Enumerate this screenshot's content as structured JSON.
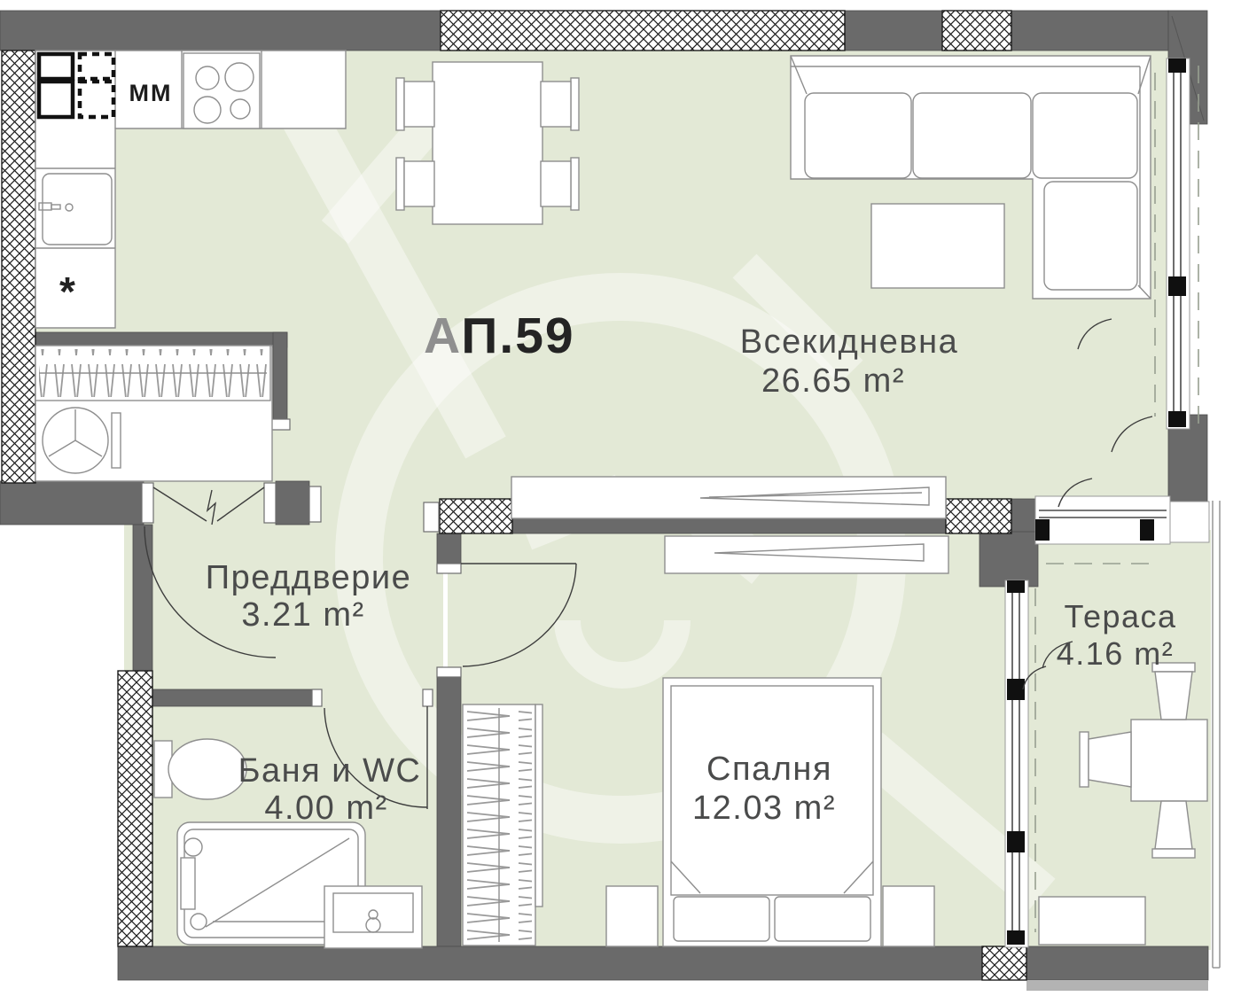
{
  "plan": {
    "apartment": {
      "prefix": "А",
      "number": "П.59"
    },
    "kitchen": {
      "appliance_label": "MM",
      "cabinet_symbol": "*"
    },
    "rooms": {
      "living": {
        "name": "Всекидневна",
        "area": "26.65 m²"
      },
      "hall": {
        "name": "Преддверие",
        "area": "3.21 m²"
      },
      "bath": {
        "name": "Баня и WC",
        "area": "4.00 m²"
      },
      "bedroom": {
        "name": "Спалня",
        "area": "12.03 m²"
      },
      "terrace": {
        "name": "Тераса",
        "area": "4.16 m²"
      }
    },
    "colors": {
      "floor": "#e3e9d6",
      "wall": "#6a6a6a",
      "hatch_line": "#1c1c1c",
      "furniture_outline": "#8e8e8e",
      "label_text": "#4a4b4b",
      "title_dark": "#242424",
      "title_light": "#8f8f8f"
    }
  }
}
